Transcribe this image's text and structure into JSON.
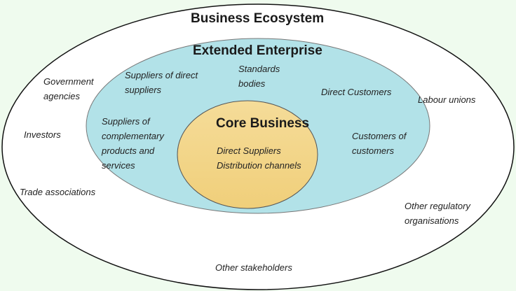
{
  "colors": {
    "background": "#effbee",
    "ecosystem": "#ffffff",
    "extended": "#b2e2e8",
    "core": "#f4d98e"
  },
  "ecosystem": {
    "title": "Business Ecosystem",
    "items": [
      "Government agencies",
      "Investors",
      "Trade associations",
      "Labour unions",
      "Other regulatory organisations",
      "Other stakeholders"
    ]
  },
  "extended": {
    "title": "Extended Enterprise",
    "items": [
      "Suppliers of direct suppliers",
      "Standards bodies",
      "Direct Customers",
      "Suppliers of complementary products and services",
      "Customers of customers"
    ]
  },
  "core": {
    "title": "Core Business",
    "items": [
      "Direct Suppliers",
      "Distribution channels"
    ]
  }
}
